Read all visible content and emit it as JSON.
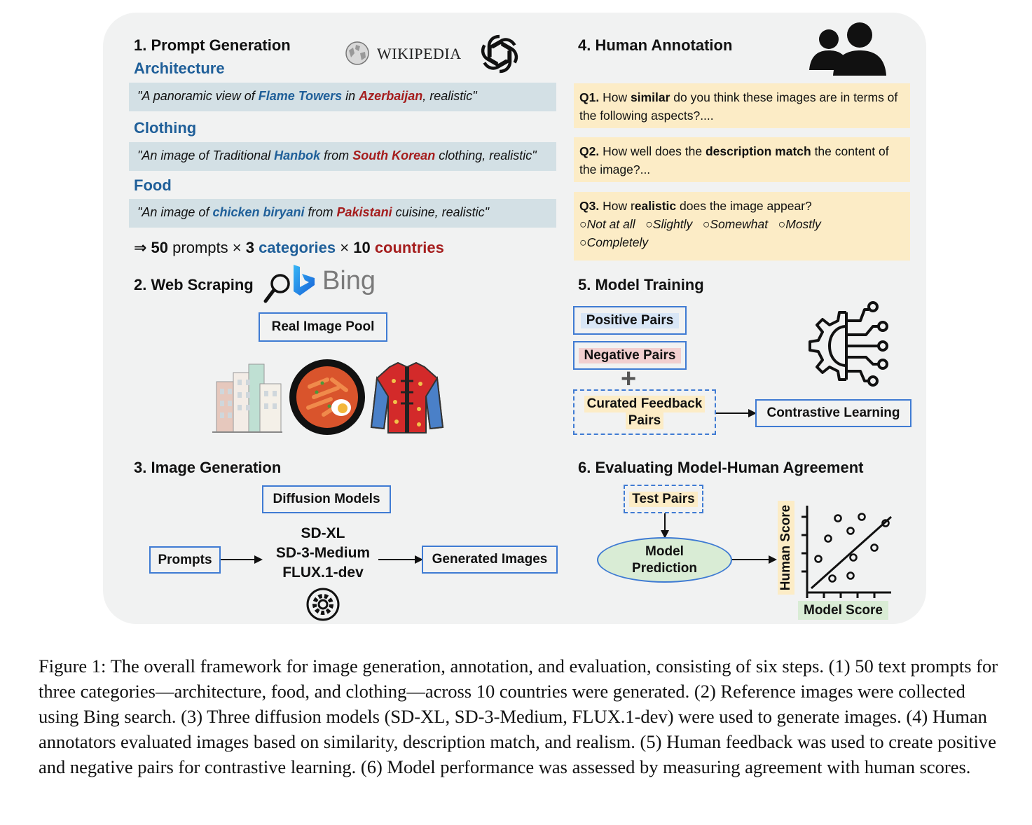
{
  "step1": {
    "title": "1. Prompt Generation",
    "wikipedia": "WIKIPEDIA",
    "categories": [
      {
        "label": "Architecture",
        "prompt_pre": "\"A panoramic view of ",
        "entity": "Flame Towers",
        "mid": " in ",
        "country": "Azerbaijan",
        "post": ", realistic\""
      },
      {
        "label": "Clothing",
        "prompt_pre": "\"An image of Traditional ",
        "entity": "Hanbok",
        "mid": " from ",
        "country": "South Korean",
        "post": " clothing, realistic\""
      },
      {
        "label": "Food",
        "prompt_pre": "\"An image of ",
        "entity": "chicken biryani",
        "mid": " from ",
        "country": "Pakistani",
        "post": " cuisine, realistic\""
      }
    ],
    "summary": {
      "arrow": "⇒ ",
      "n1": "50",
      "t1": " prompts × ",
      "n2": "3",
      "t2": "categories",
      "x": " × ",
      "n3": "10",
      "t3": "countries"
    }
  },
  "step2": {
    "title": "2. Web Scraping",
    "bing": "Bing",
    "pool": "Real Image Pool"
  },
  "step3": {
    "title": "3. Image Generation",
    "diffusion": "Diffusion Models",
    "prompts": "Prompts",
    "models": [
      "SD-XL",
      "SD-3-Medium",
      "FLUX.1-dev"
    ],
    "generated": "Generated Images"
  },
  "step4": {
    "title": "4. Human Annotation",
    "q1": {
      "num": "Q1.",
      "pre": " How ",
      "bold": "similar",
      "post": " do you think these images are  in terms of the following aspects?...."
    },
    "q2": {
      "num": "Q2.",
      "pre": " How well does the ",
      "bold": "description match",
      "post": " the content of the image?..."
    },
    "q3": {
      "num": "Q3.",
      "pre": " How r",
      "bold": "ealistic",
      "post": " does the image appear?",
      "options": [
        "○Not at all",
        "○Slightly",
        "○Somewhat",
        "○Mostly",
        "○Completely"
      ]
    }
  },
  "step5": {
    "title": "5. Model Training",
    "positive": "Positive Pairs",
    "negative": "Negative Pairs",
    "plus": "+",
    "curated_1": "Curated Feedback",
    "curated_2": "Pairs",
    "contrastive": "Contrastive Learning"
  },
  "step6": {
    "title": "6. Evaluating Model-Human Agreement",
    "test_pairs": "Test Pairs",
    "model_1": "Model",
    "model_2": "Prediction",
    "ylabel": "Human Score",
    "xlabel": "Model Score"
  },
  "caption": "Figure 1: The overall framework for image generation, annotation, and evaluation, consisting of six steps. (1) 50 text prompts for three categories—architecture, food, and clothing—across 10 countries were generated. (2) Reference images were collected using Bing search. (3) Three diffusion models (SD-XL, SD-3-Medium, FLUX.1-dev) were used to generate images. (4) Human annotators evaluated images based on similarity, description match, and realism. (5) Human feedback was used to create positive and negative pairs for contrastive learning. (6) Model performance was assessed by measuring agreement with human scores.",
  "colors": {
    "blue": "#1f5f99",
    "red": "#a51d1d",
    "box_border": "#3f7bd3",
    "prompt_bg": "#d3e0e5",
    "question_bg": "#fcecc6",
    "panel_bg": "#f1f2f2"
  }
}
